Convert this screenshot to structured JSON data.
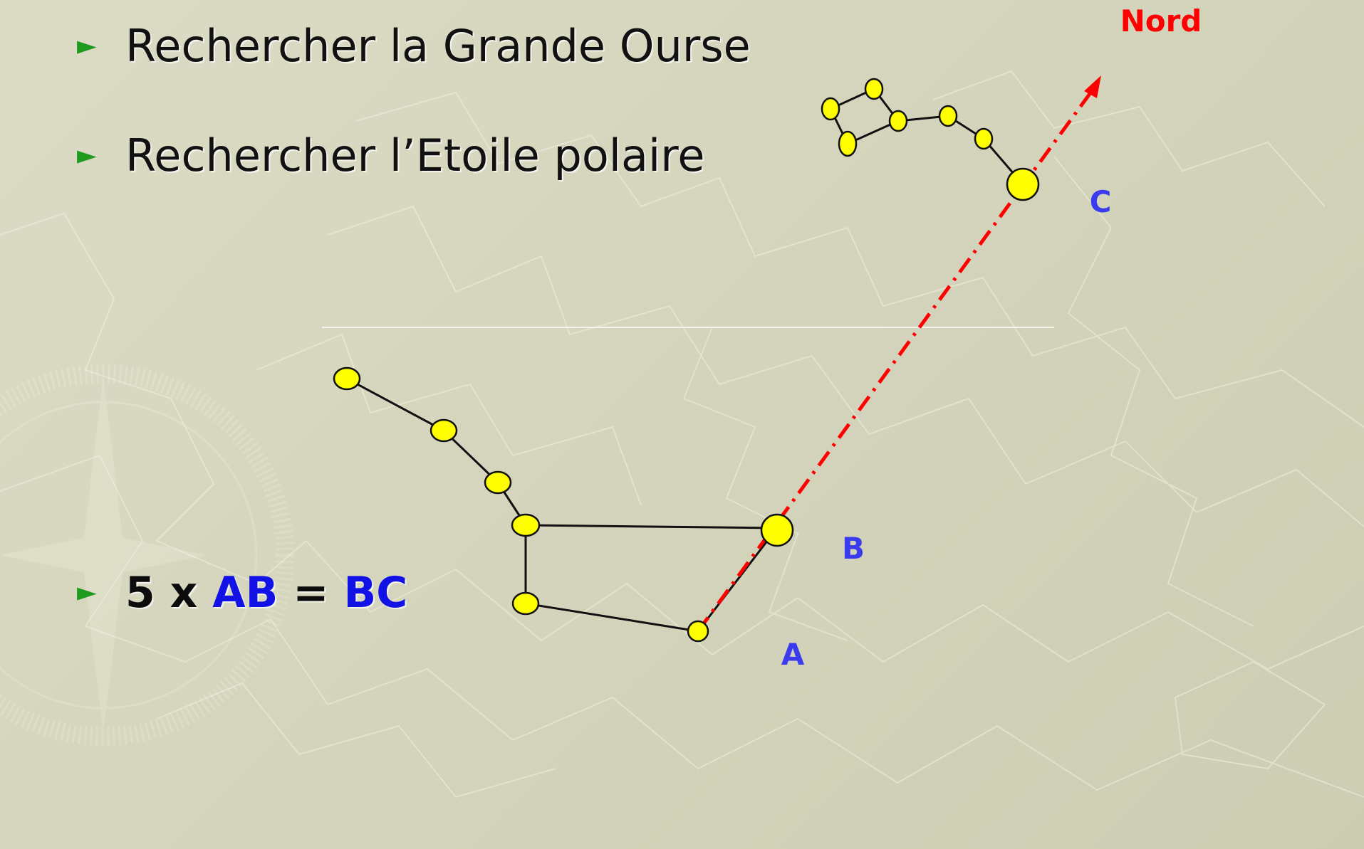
{
  "bullets": [
    {
      "arrow": "►",
      "text": "Rechercher la Grande Ourse"
    },
    {
      "arrow": "►",
      "text": "Rechercher l’Etoile polaire"
    }
  ],
  "formula": {
    "arrow": "►",
    "part1": "5 x ",
    "part2": "AB",
    "part3": " = ",
    "part4": "BC"
  },
  "labels": {
    "north": "Nord",
    "a": "A",
    "b": "B",
    "c": "C"
  },
  "colors": {
    "star_fill": "#ffff00",
    "pointer_line": "#ff0000",
    "point_labels": "#3a3aee",
    "bullet_arrow": "#1f9a1f"
  }
}
